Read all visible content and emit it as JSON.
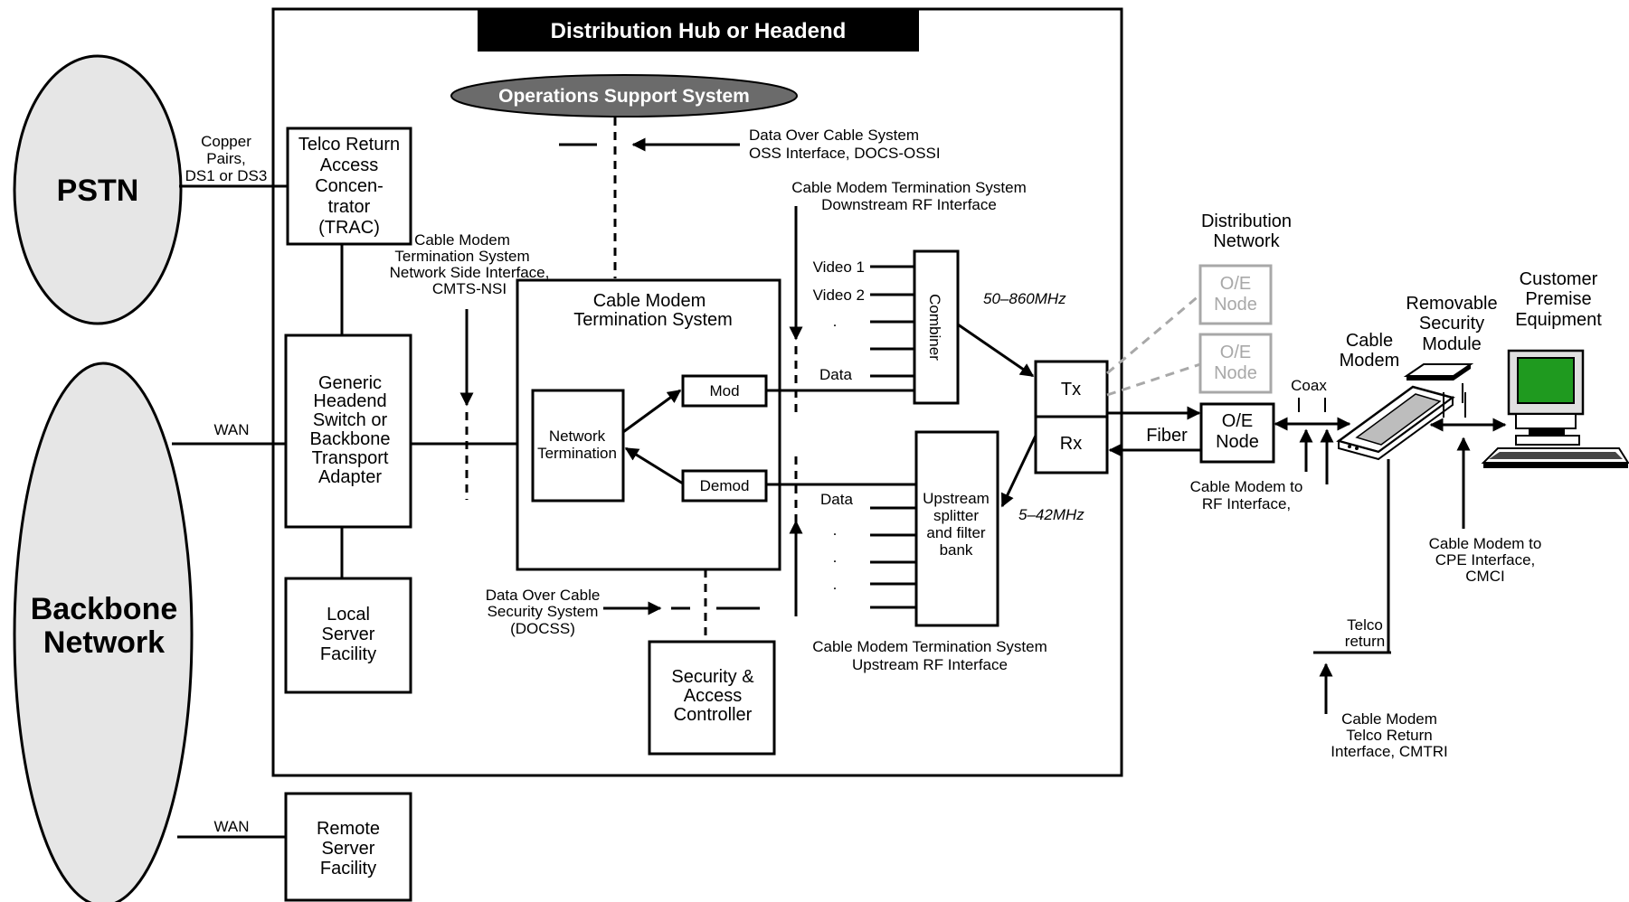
{
  "hub_title": "Distribution Hub or Headend",
  "oss": "Operations Support System",
  "pstn": "PSTN",
  "backbone": [
    "Backbone",
    "Network"
  ],
  "copper": [
    "Copper",
    "Pairs,",
    "DS1 or DS3"
  ],
  "wan": "WAN",
  "wan2": "WAN",
  "trac": [
    "Telco Return",
    "Access",
    "Concen-",
    "trator",
    "(TRAC)"
  ],
  "ghsw": [
    "Generic",
    "Headend",
    "Switch or",
    "Backbone",
    "Transport",
    "Adapter"
  ],
  "local_server": [
    "Local",
    "Server",
    "Facility"
  ],
  "remote_server": [
    "Remote",
    "Server",
    "Facility"
  ],
  "cmts_nsi": [
    "Cable Modem",
    "Termination System",
    "Network Side Interface,",
    "CMTS-NSI"
  ],
  "docs_ossi": [
    "Data Over Cable System",
    "OSS Interface, DOCS-OSSI"
  ],
  "cmts_ds": [
    "Cable Modem Termination System",
    "Downstream RF Interface"
  ],
  "cmts_us": [
    "Cable Modem Termination System",
    "Upstream RF Interface"
  ],
  "cmts_title": [
    "Cable Modem",
    "Termination System"
  ],
  "net_term": [
    "Network",
    "Termination"
  ],
  "mod": "Mod",
  "demod": "Demod",
  "video1": "Video 1",
  "video2": "Video 2",
  "data_ds": "Data",
  "data_us": "Data",
  "dot": ".",
  "combiner": "Combiner",
  "upstream": [
    "Upstream",
    "splitter",
    "and filter",
    "bank"
  ],
  "freq_ds": "50–860MHz",
  "freq_us": "5–42MHz",
  "docss": [
    "Data Over Cable",
    "Security System",
    "(DOCSS)"
  ],
  "sac": [
    "Security &",
    "Access",
    "Controller"
  ],
  "tx": "Tx",
  "rx": "Rx",
  "dist_net": [
    "Distribution",
    "Network"
  ],
  "oe_node": [
    "O/E",
    "Node"
  ],
  "fiber": "Fiber",
  "coax": "Coax",
  "cmrfi": [
    "Cable Modem to",
    "RF Interface,"
  ],
  "cable_modem": [
    "Cable",
    "Modem"
  ],
  "rsm": [
    "Removable",
    "Security",
    "Module"
  ],
  "cpe": [
    "Customer",
    "Premise",
    "Equipment"
  ],
  "cmci": [
    "Cable Modem to",
    "CPE Interface,",
    "CMCI"
  ],
  "telco_return": [
    "Telco",
    "return"
  ],
  "cmtri": [
    "Cable Modem",
    "Telco Return",
    "Interface, CMTRI"
  ]
}
